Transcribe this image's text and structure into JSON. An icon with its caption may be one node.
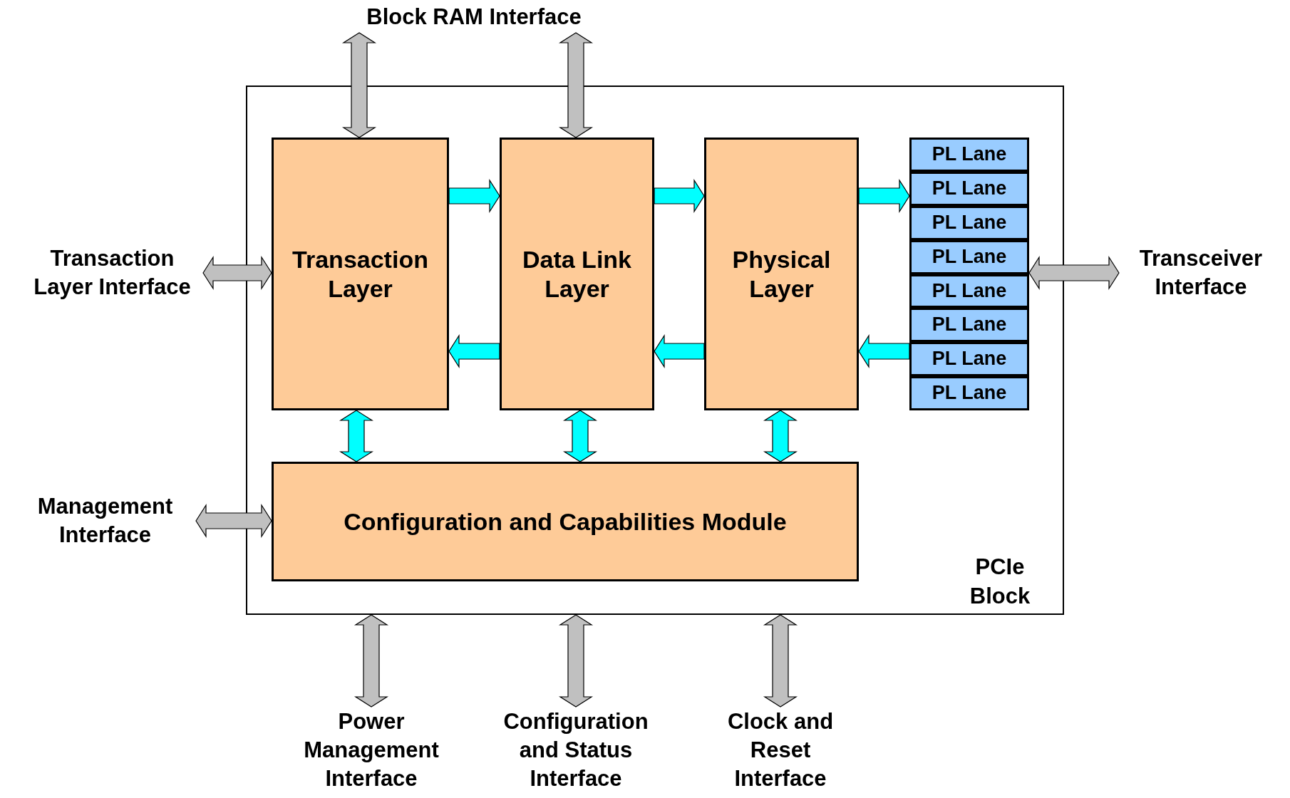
{
  "diagram": {
    "nodes": [
      {
        "text": [
          "Block RAM Interface"
        ]
      },
      {
        "text": [
          "PCIe Block"
        ]
      },
      {
        "text": [
          "Transaction Layer"
        ],
        "in": 1
      },
      {
        "text": [
          "Data Link Layer"
        ],
        "in": 1
      },
      {
        "text": [
          "Physical Layer"
        ],
        "in": 1
      },
      {
        "text": [
          "PL Lane"
        ],
        "in": 1
      },
      {
        "text": [
          "PL Lane"
        ],
        "in": 1
      },
      {
        "text": [
          "PL Lane"
        ],
        "in": 1
      },
      {
        "text": [
          "PL Lane"
        ],
        "in": 1
      },
      {
        "text": [
          "PL Lane"
        ],
        "in": 1
      },
      {
        "text": [
          "PL Lane"
        ],
        "in": 1
      },
      {
        "text": [
          "PL Lane"
        ],
        "in": 1
      },
      {
        "text": [
          "PL Lane"
        ],
        "in": 1
      },
      {
        "text": [
          "Configuration and Capabilities Module"
        ],
        "in": 1
      },
      {
        "text": [
          "Transaction Layer Interface"
        ]
      },
      {
        "text": [
          "Transceiver Interface"
        ]
      },
      {
        "text": [
          "Management Interface"
        ]
      },
      {
        "text": [
          "Power Management Interface"
        ]
      },
      {
        "text": [
          "Configuration and Status Interface"
        ]
      },
      {
        "text": [
          "Clock and Reset Interface"
        ]
      }
    ],
    "edges": [
      {
        "from": 0,
        "to": 2,
        "arrow": "both",
        "color": "#c0c0c0"
      },
      {
        "from": 0,
        "to": 3,
        "arrow": "both",
        "color": "#c0c0c0"
      },
      {
        "from": 2,
        "to": 3,
        "arrow": "to"
      },
      {
        "from": 3,
        "to": 4,
        "arrow": "to"
      },
      {
        "from": 4,
        "to": 6,
        "arrow": "to"
      },
      {
        "from": 3,
        "to": 2,
        "arrow": "to"
      },
      {
        "from": 4,
        "to": 3,
        "arrow": "to"
      },
      {
        "from": 11,
        "to": 4,
        "arrow": "to"
      },
      {
        "from": 2,
        "to": 13,
        "arrow": "both"
      },
      {
        "from": 3,
        "to": 13,
        "arrow": "both"
      },
      {
        "from": 4,
        "to": 13,
        "arrow": "both"
      },
      {
        "from": 14,
        "to": 2,
        "arrow": "both",
        "color": "#c0c0c0"
      },
      {
        "from": 15,
        "to": 8,
        "arrow": "both",
        "color": "#c0c0c0"
      },
      {
        "from": 16,
        "to": 13,
        "arrow": "both",
        "color": "#c0c0c0"
      },
      {
        "from": 1,
        "to": 17,
        "arrow": "both",
        "color": "#c0c0c0"
      },
      {
        "from": 1,
        "to": 18,
        "arrow": "both",
        "color": "#c0c0c0"
      },
      {
        "from": 1,
        "to": 19,
        "arrow": "both",
        "color": "#c0c0c0"
      }
    ]
  }
}
